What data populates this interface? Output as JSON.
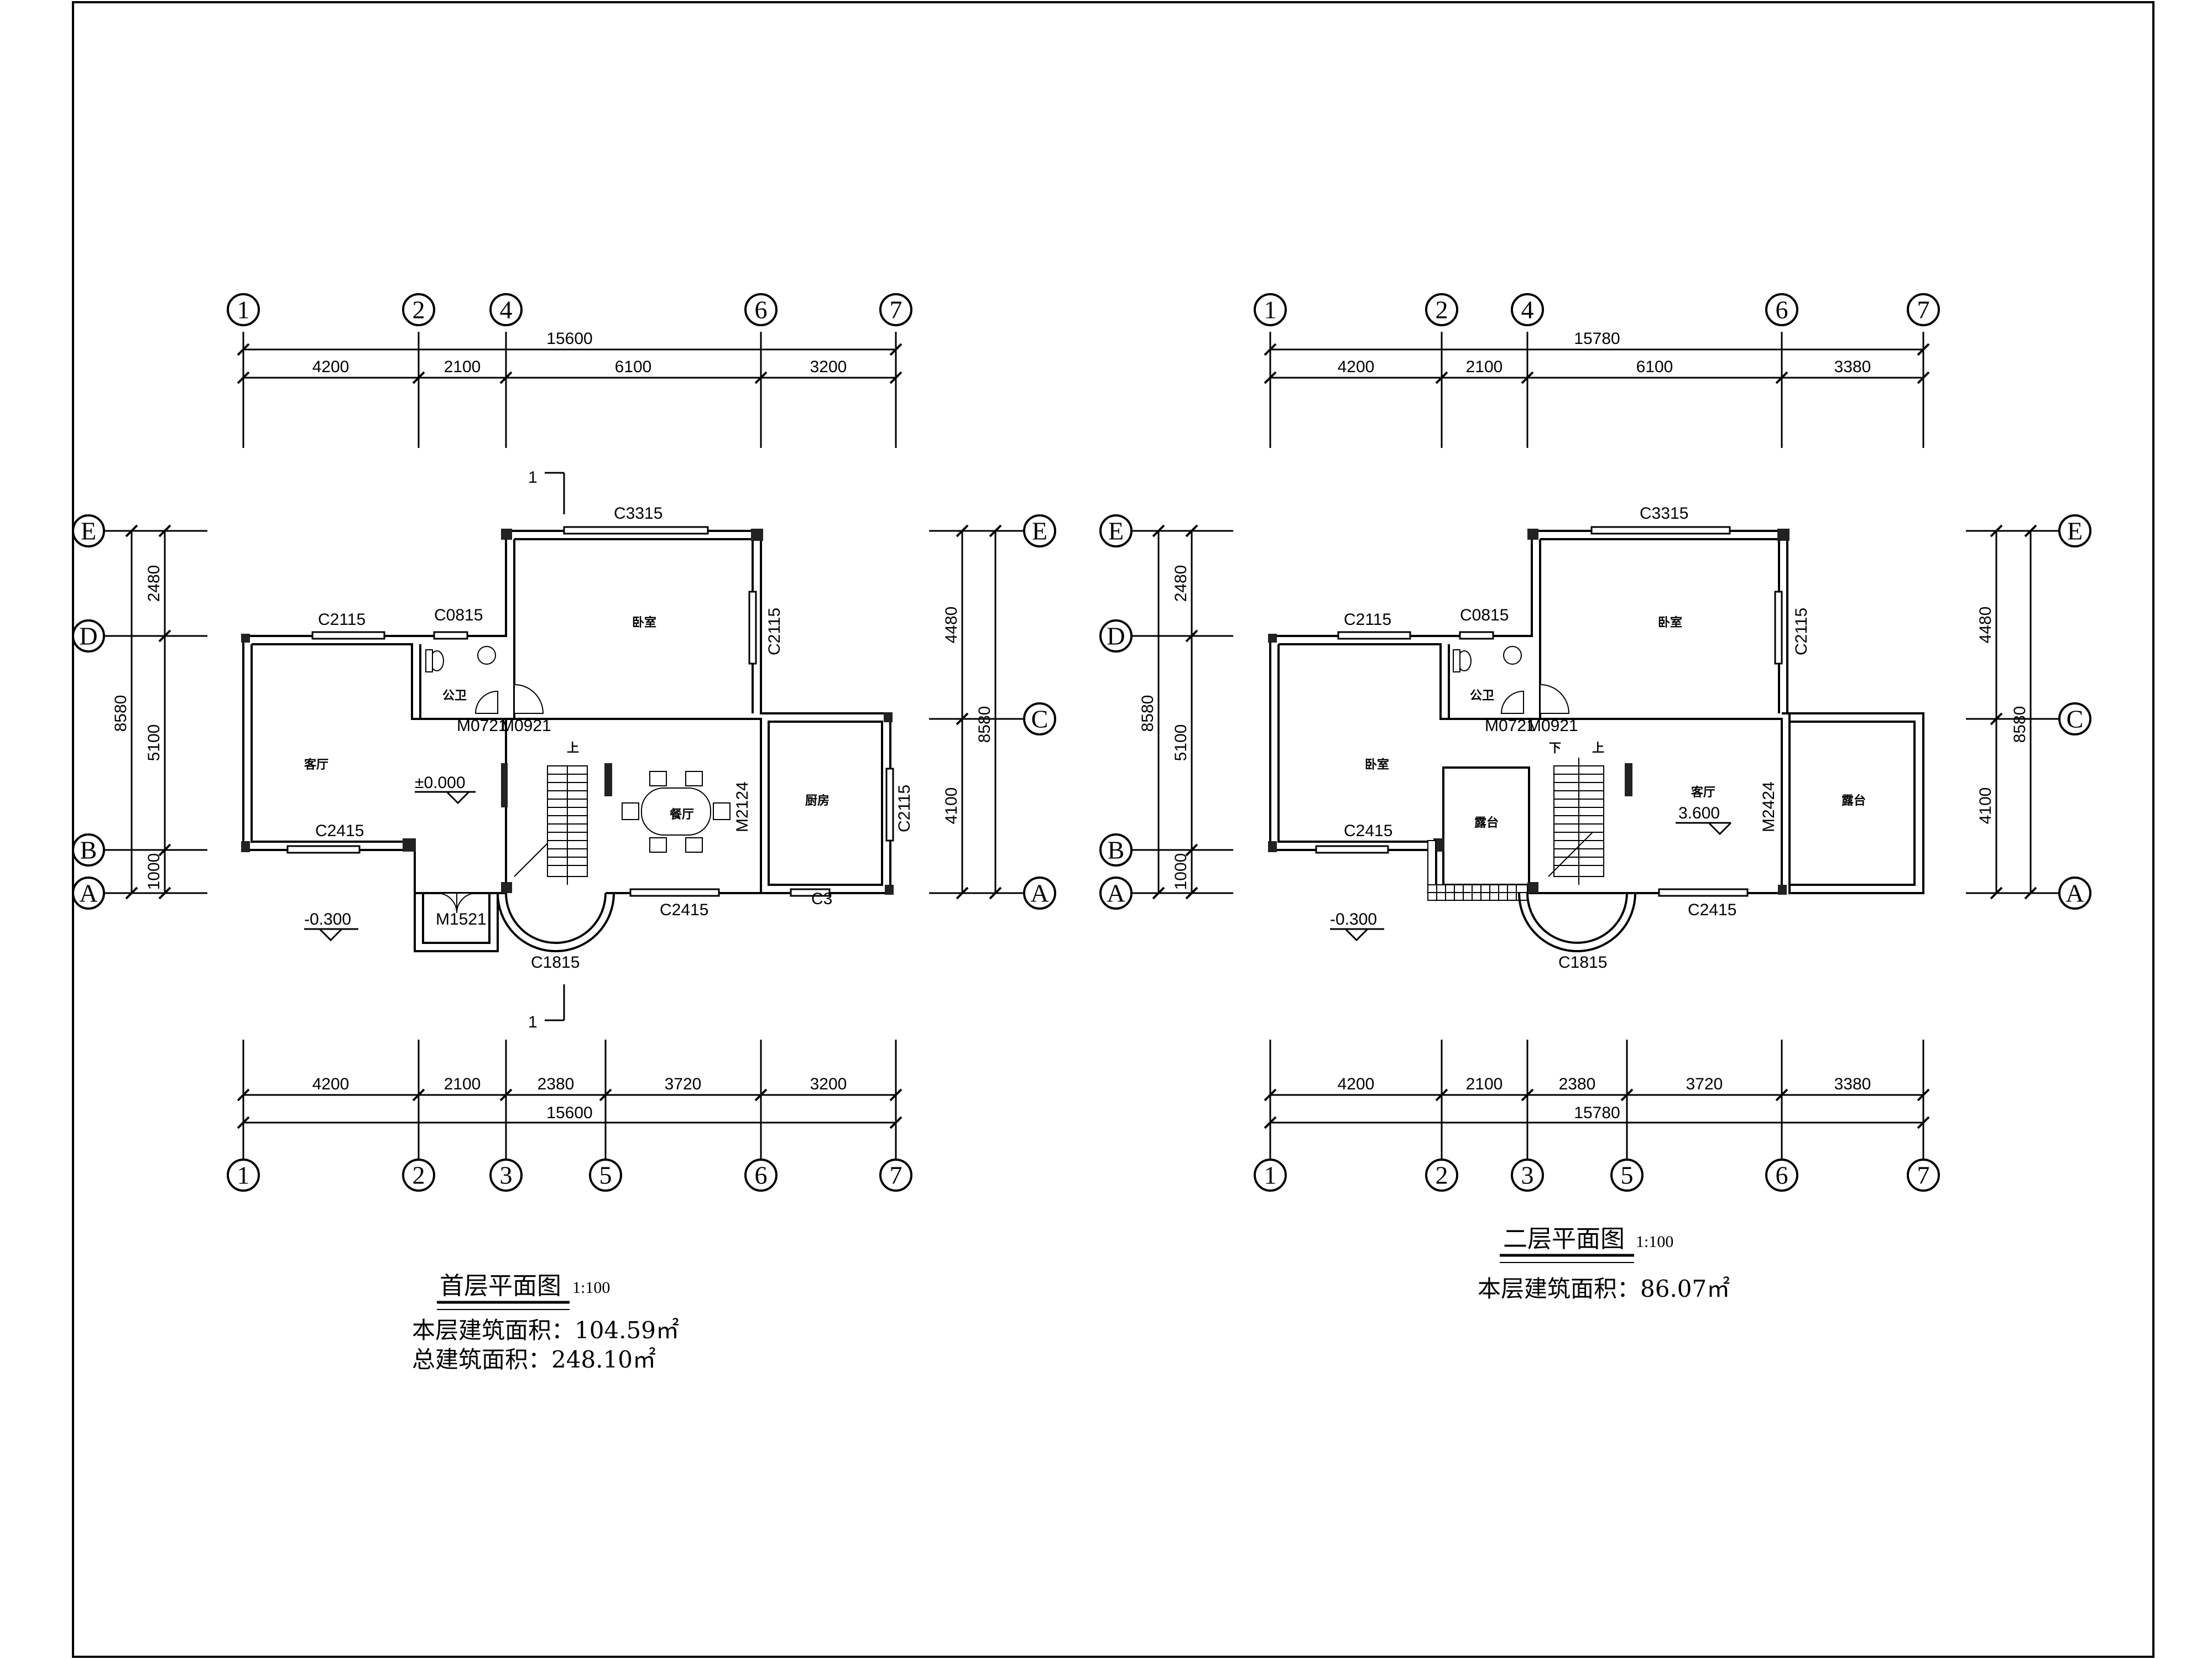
{
  "sheet": {
    "background": "#ffffff",
    "line_color": "#000000"
  },
  "plans": [
    {
      "id": "first-floor",
      "title": "首层平面图",
      "scale": "1:100",
      "area_lines": [
        "本层建筑面积：104.59㎡",
        "总建筑面积：248.10㎡"
      ],
      "top_total": "15600",
      "top_segments": [
        "4200",
        "2100",
        "6100",
        "3200"
      ],
      "top_axes": [
        "1",
        "2",
        "4",
        "6",
        "7"
      ],
      "bottom_total": "15600",
      "bottom_segments": [
        "4200",
        "2100",
        "2380",
        "3720",
        "3200"
      ],
      "bottom_axes": [
        "1",
        "2",
        "3",
        "5",
        "6",
        "7"
      ],
      "left_total": "8580",
      "left_segments": [
        "2480",
        "5100",
        "1000"
      ],
      "left_axes": [
        "E",
        "D",
        "B",
        "A"
      ],
      "right_total": "8580",
      "right_segments": [
        "4480",
        "4100"
      ],
      "right_axes": [
        "E",
        "C",
        "A"
      ],
      "section_mark": "1",
      "rooms": {
        "bedroom": "卧室",
        "living": "客厅",
        "wc": "公卫",
        "dining": "餐厅",
        "kitchen": "厨房"
      },
      "openings": {
        "c3315": "C3315",
        "c2115_top": "C2115",
        "c0815": "C0815",
        "c2115_right_upper": "C2115",
        "m0721": "M0721",
        "m0921": "M0921",
        "m2124": "M2124",
        "c2115_right_lower": "C2115",
        "c2415_left": "C2415",
        "c2415_right": "C2415",
        "c3": "C3",
        "m1521": "M1521",
        "c1815": "C1815"
      },
      "levels": {
        "floor": "±0.000",
        "outdoor": "-0.300"
      },
      "stair_labels": [
        "上"
      ]
    },
    {
      "id": "second-floor",
      "title": "二层平面图",
      "scale": "1:100",
      "area_lines": [
        "本层建筑面积：86.07㎡"
      ],
      "top_total": "15780",
      "top_segments": [
        "4200",
        "2100",
        "6100",
        "3380"
      ],
      "top_axes": [
        "1",
        "2",
        "4",
        "6",
        "7"
      ],
      "bottom_total": "15780",
      "bottom_segments": [
        "4200",
        "2100",
        "2380",
        "3720",
        "3380"
      ],
      "bottom_axes": [
        "1",
        "2",
        "3",
        "5",
        "6",
        "7"
      ],
      "left_total": "8580",
      "left_segments": [
        "2480",
        "5100",
        "1000"
      ],
      "left_axes": [
        "E",
        "D",
        "B",
        "A"
      ],
      "right_total": "8580",
      "right_segments": [
        "4480",
        "4100"
      ],
      "right_axes": [
        "E",
        "C",
        "A"
      ],
      "rooms": {
        "bedroom": "卧室",
        "bedroom2": "卧室",
        "wc": "公卫",
        "living": "客厅",
        "terrace_left": "露台",
        "terrace_right": "露台"
      },
      "openings": {
        "c3315": "C3315",
        "c2115_top": "C2115",
        "c0815": "C0815",
        "c2115_right_upper": "C2115",
        "m0721": "M0721",
        "m0921": "M0921",
        "m2424": "M2424",
        "c2415_left": "C2415",
        "c2415_right": "C2415",
        "c1815": "C1815"
      },
      "levels": {
        "floor": "3.600",
        "outdoor": "-0.300"
      },
      "stair_labels": [
        "下",
        "上"
      ]
    }
  ]
}
